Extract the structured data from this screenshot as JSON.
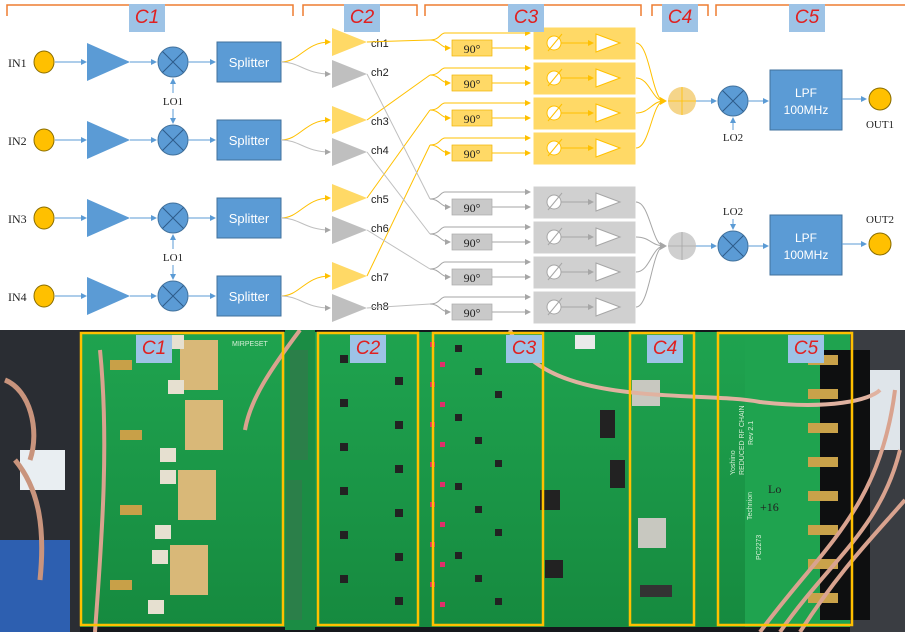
{
  "sections": [
    {
      "id": "C1",
      "label": "C1"
    },
    {
      "id": "C2",
      "label": "C2"
    },
    {
      "id": "C3",
      "label": "C3"
    },
    {
      "id": "C4",
      "label": "C4"
    },
    {
      "id": "C5",
      "label": "C5"
    }
  ],
  "inputs": [
    "IN1",
    "IN2",
    "IN3",
    "IN4"
  ],
  "splitter_label": "Splitter",
  "lo1_label": "LO1",
  "lo2_label": "LO2",
  "channels": [
    "ch1",
    "ch2",
    "ch3",
    "ch4",
    "ch5",
    "ch6",
    "ch7",
    "ch8"
  ],
  "phase_shift_label": "90°",
  "lpf": {
    "line1": "LPF",
    "line2": "100MHz"
  },
  "outputs": [
    "OUT1",
    "OUT2"
  ],
  "board_text": {
    "c1_board": "MIRPESET",
    "c5_board_lines": [
      "Yoshino",
      "REDUCED RF CHAIN",
      "Rev 2.1",
      "Technion",
      "PC2273"
    ],
    "handwritten": [
      "Lo",
      "+16"
    ]
  },
  "colors": {
    "blue": "#5b9bd5",
    "orange": "#ffc000",
    "orange_light": "#ffd966",
    "gray": "#bfbfbf",
    "bracket": "#ed7d31",
    "label_bg": "#9dc3e6",
    "label_text": "#e02020",
    "pcb_green": "#1f9a4a"
  }
}
